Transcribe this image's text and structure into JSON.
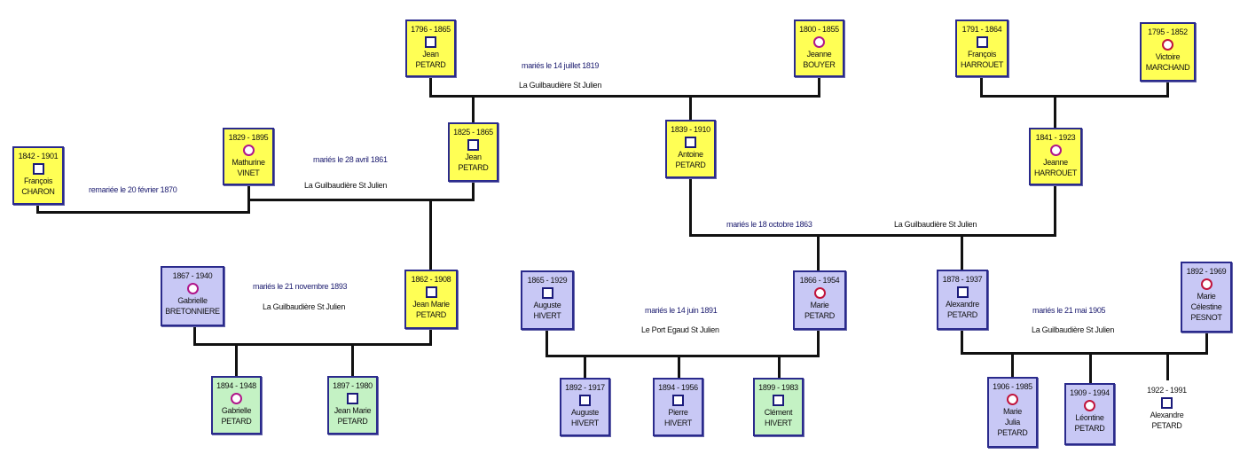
{
  "title": "Arbre généalogique PETARD",
  "people": {
    "jean_petard_1796": {
      "dates": "1796 - 1865",
      "first": "Jean",
      "last": "PETARD",
      "sex": "male",
      "color": "yellow"
    },
    "jeanne_bouyer": {
      "dates": "1800 - 1855",
      "first": "Jeanne",
      "last": "BOUYER",
      "sex": "female",
      "color": "yellow"
    },
    "francois_harrouet": {
      "dates": "1791 - 1864",
      "first": "François",
      "last": "HARROUET",
      "sex": "male",
      "color": "yellow"
    },
    "victoire_marchand": {
      "dates": "1795 - 1852",
      "first": "Victoire",
      "last": "MARCHAND",
      "sex": "female",
      "color": "yellow"
    },
    "francois_charon": {
      "dates": "1842 - 1901",
      "first": "François",
      "last": "CHARON",
      "sex": "male",
      "color": "yellow"
    },
    "mathurine_vinet": {
      "dates": "1829 - 1895",
      "first": "Mathurine",
      "last": "VINET",
      "sex": "female",
      "color": "yellow"
    },
    "jean_petard_1825": {
      "dates": "1825 - 1865",
      "first": "Jean",
      "last": "PETARD",
      "sex": "male",
      "color": "yellow"
    },
    "antoine_petard": {
      "dates": "1839 - 1910",
      "first": "Antoine",
      "last": "PETARD",
      "sex": "male",
      "color": "yellow"
    },
    "jeanne_harrouet": {
      "dates": "1841 - 1923",
      "first": "Jeanne",
      "last": "HARROUET",
      "sex": "female",
      "color": "yellow"
    },
    "gabrielle_bretonniere": {
      "dates": "1867 - 1940",
      "first": "Gabrielle",
      "last": "BRETONNIERE",
      "sex": "female",
      "color": "blue"
    },
    "jean_marie_petard_1862": {
      "dates": "1862 - 1908",
      "first": "Jean Marie",
      "last": "PETARD",
      "sex": "male",
      "color": "yellow"
    },
    "auguste_hivert_1865": {
      "dates": "1865 - 1929",
      "first": "Auguste",
      "last": "HIVERT",
      "sex": "male",
      "color": "blue"
    },
    "marie_petard_1866": {
      "dates": "1866 - 1954",
      "first": "Marie",
      "last": "PETARD",
      "sex": "female",
      "color": "blue"
    },
    "alexandre_petard_1878": {
      "dates": "1878 - 1937",
      "first": "Alexandre",
      "last": "PETARD",
      "sex": "male",
      "color": "blue"
    },
    "marie_celestine_pesnot": {
      "dates": "1892 - 1969",
      "first": "Marie Célestine",
      "last": "PESNOT",
      "sex": "female",
      "color": "blue"
    },
    "gabrielle_petard": {
      "dates": "1894 - 1948",
      "first": "Gabrielle",
      "last": "PETARD",
      "sex": "female",
      "color": "green"
    },
    "jean_marie_petard_1897": {
      "dates": "1897 - 1980",
      "first": "Jean Marie",
      "last": "PETARD",
      "sex": "male",
      "color": "green"
    },
    "auguste_hivert_1892": {
      "dates": "1892 - 1917",
      "first": "Auguste",
      "last": "HIVERT",
      "sex": "male",
      "color": "blue"
    },
    "pierre_hivert": {
      "dates": "1894 - 1956",
      "first": "Pierre",
      "last": "HIVERT",
      "sex": "male",
      "color": "blue"
    },
    "clement_hivert": {
      "dates": "1899 - 1983",
      "first": "Clément",
      "last": "HIVERT",
      "sex": "male",
      "color": "green"
    },
    "marie_julia_petard": {
      "dates": "1906 - 1985",
      "first": "Marie Julia",
      "last": "PETARD",
      "sex": "female",
      "color": "blue"
    },
    "leontine_petard": {
      "dates": "1909 - 1994",
      "first": "Léontine",
      "last": "PETARD",
      "sex": "female",
      "color": "blue"
    },
    "alexandre_petard_1922": {
      "dates": "1922 - 1991",
      "first": "Alexandre",
      "last": "PETARD",
      "sex": "male",
      "color": "none"
    }
  },
  "marriages": {
    "m1819": {
      "text": "mariés le 14 juillet 1819",
      "place": "La Guilbaudière St Julien"
    },
    "m1861": {
      "text": "mariés le 28 avril 1861",
      "place": "La Guilbaudière St Julien"
    },
    "m1870": {
      "text": "remariée le 20 février 1870"
    },
    "m1863": {
      "text": "mariés le 18 octobre 1863",
      "place": "La Guilbaudière St Julien"
    },
    "m1893": {
      "text": "mariés le 21 novembre 1893",
      "place": "La Guilbaudière St Julien"
    },
    "m1891": {
      "text": "mariés le 14 juin 1891",
      "place": "Le Port Egaud St Julien"
    },
    "m1905": {
      "text": "mariés le 21 mai 1905",
      "place": "La Guilbaudière St Julien"
    }
  },
  "colors": {
    "ancestor_yellow": "#ffff55",
    "spouse_blue": "#c8c8f5",
    "descendant_green": "#c4f2c4",
    "border": "#2a2a8c",
    "male_symbol": "#1a1a7a",
    "female_symbol": "#b0168a"
  }
}
